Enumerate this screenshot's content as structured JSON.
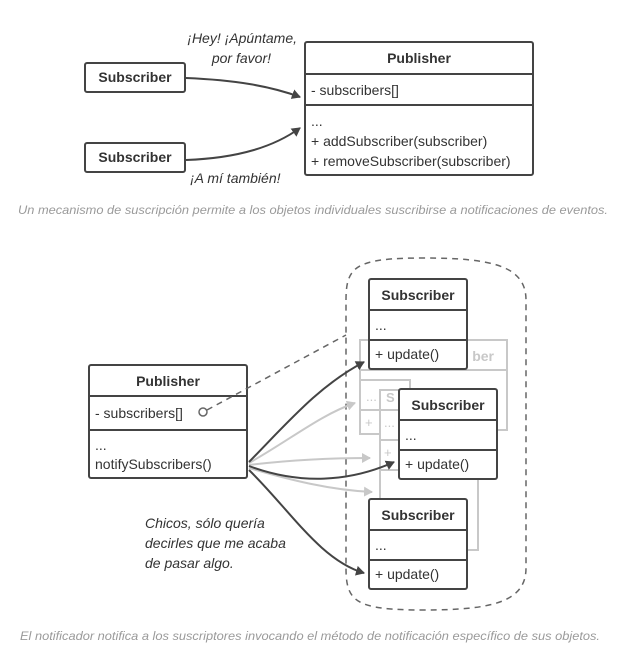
{
  "top": {
    "publisher": {
      "title": "Publisher",
      "field": "- subscribers[]",
      "ellipsis": "...",
      "method1": "+ addSubscriber(subscriber)",
      "method2": "+ removeSubscriber(subscriber)"
    },
    "subscriber1": "Subscriber",
    "subscriber2": "Subscriber",
    "note1_line1": "¡Hey! ¡Apúntame,",
    "note1_line2": "por favor!",
    "note2": "¡A mí también!",
    "caption": "Un mecanismo de suscripción permite a los objetos individuales suscribirse a notificaciones de eventos."
  },
  "bottom": {
    "publisher": {
      "title": "Publisher",
      "field": "- subscribers[]",
      "ellipsis": "...",
      "method": "notifySubscribers()"
    },
    "subscriber": {
      "title": "Subscriber",
      "ellipsis": "...",
      "method": "+ update()"
    },
    "ghost": {
      "title_fragment": "ber",
      "s": "S",
      "ellipsis": "...",
      "plus": "+"
    },
    "note_line1": "Chicos, sólo quería",
    "note_line2": "decirles que me acaba",
    "note_line3": "de pasar algo.",
    "caption": "El notificador notifica a los suscriptores invocando el método de notificación específico de sus objetos."
  },
  "colors": {
    "line": "#444444",
    "ghost": "#c8c8c8",
    "caption": "#9a9a9a"
  }
}
